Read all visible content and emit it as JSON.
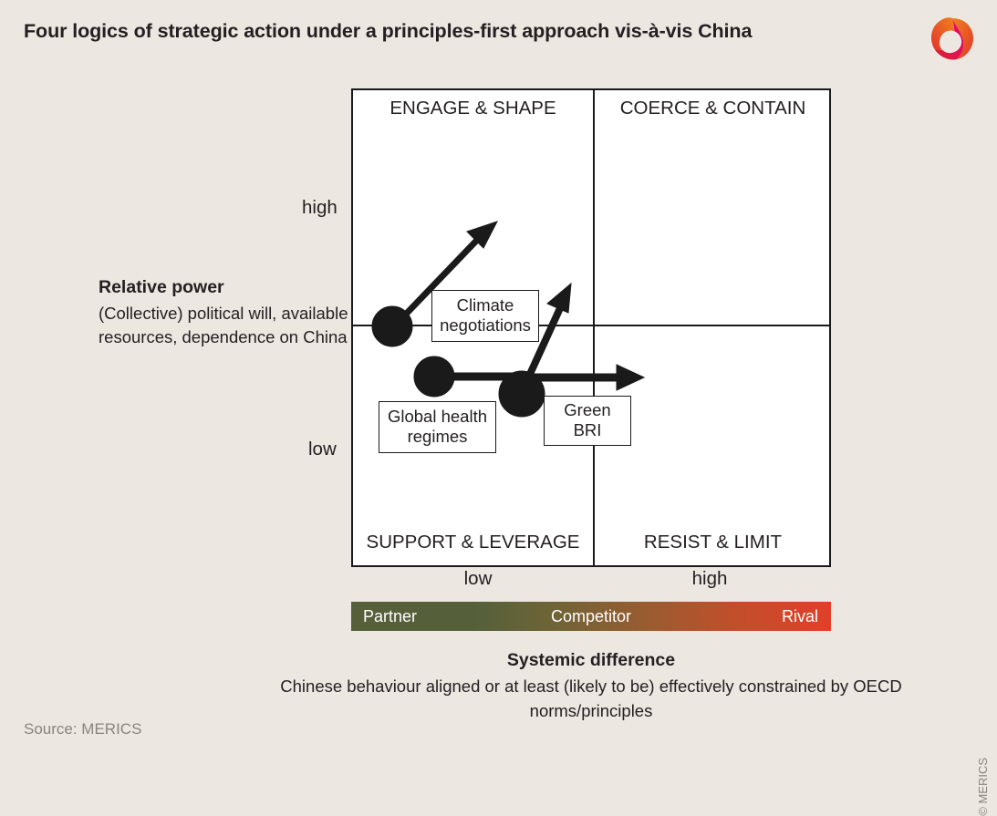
{
  "header": {
    "title": "Four logics of strategic action under a principles-first approach vis-à-vis China",
    "logo_name": "merics-logo"
  },
  "chart_data": {
    "type": "scatter",
    "title": "Four logics of strategic action under a principles-first approach vis-à-vis China",
    "xlabel": "Systemic difference",
    "xlabel_sub": "Chinese behaviour aligned or at least (likely to be)\neffectively constrained by OECD norms/principles",
    "ylabel": "Relative power",
    "ylabel_sub": "(Collective) political will,\navailable resources,\ndependence on China",
    "x_ticks": [
      "low",
      "high"
    ],
    "y_ticks": [
      "high",
      "low"
    ],
    "quadrants": [
      {
        "position": "top-left",
        "label": "ENGAGE & SHAPE"
      },
      {
        "position": "top-right",
        "label": "COERCE & CONTAIN"
      },
      {
        "position": "bottom-left",
        "label": "SUPPORT & LEVERAGE"
      },
      {
        "position": "bottom-right",
        "label": "RESIST & LIMIT"
      }
    ],
    "points": [
      {
        "label": "Climate\nnegotiations",
        "x": "low",
        "y": "high",
        "arrows": [
          {
            "direction": "up-right",
            "meaning": "toward engage & shape"
          }
        ]
      },
      {
        "label": "Global health\nregimes",
        "x": "low",
        "y": "low",
        "arrows": [
          {
            "direction": "right",
            "meaning": "toward greater systemic difference"
          }
        ]
      },
      {
        "label": "Green BRI",
        "x": "low-mid",
        "y": "low",
        "arrows": [
          {
            "direction": "up-right",
            "meaning": "toward engage & shape"
          },
          {
            "direction": "right",
            "meaning": "toward resist & limit"
          }
        ]
      }
    ],
    "legend": {
      "position": "below-x-axis",
      "type": "gradient-scale",
      "stops": [
        {
          "label": "Partner",
          "color": "#55603a"
        },
        {
          "label": "Competitor",
          "color": "#8a5b33"
        },
        {
          "label": "Rival",
          "color": "#e0402a"
        }
      ]
    },
    "grid": false
  },
  "footer": {
    "source": "Source: MERICS",
    "copyright": "© MERICS"
  }
}
